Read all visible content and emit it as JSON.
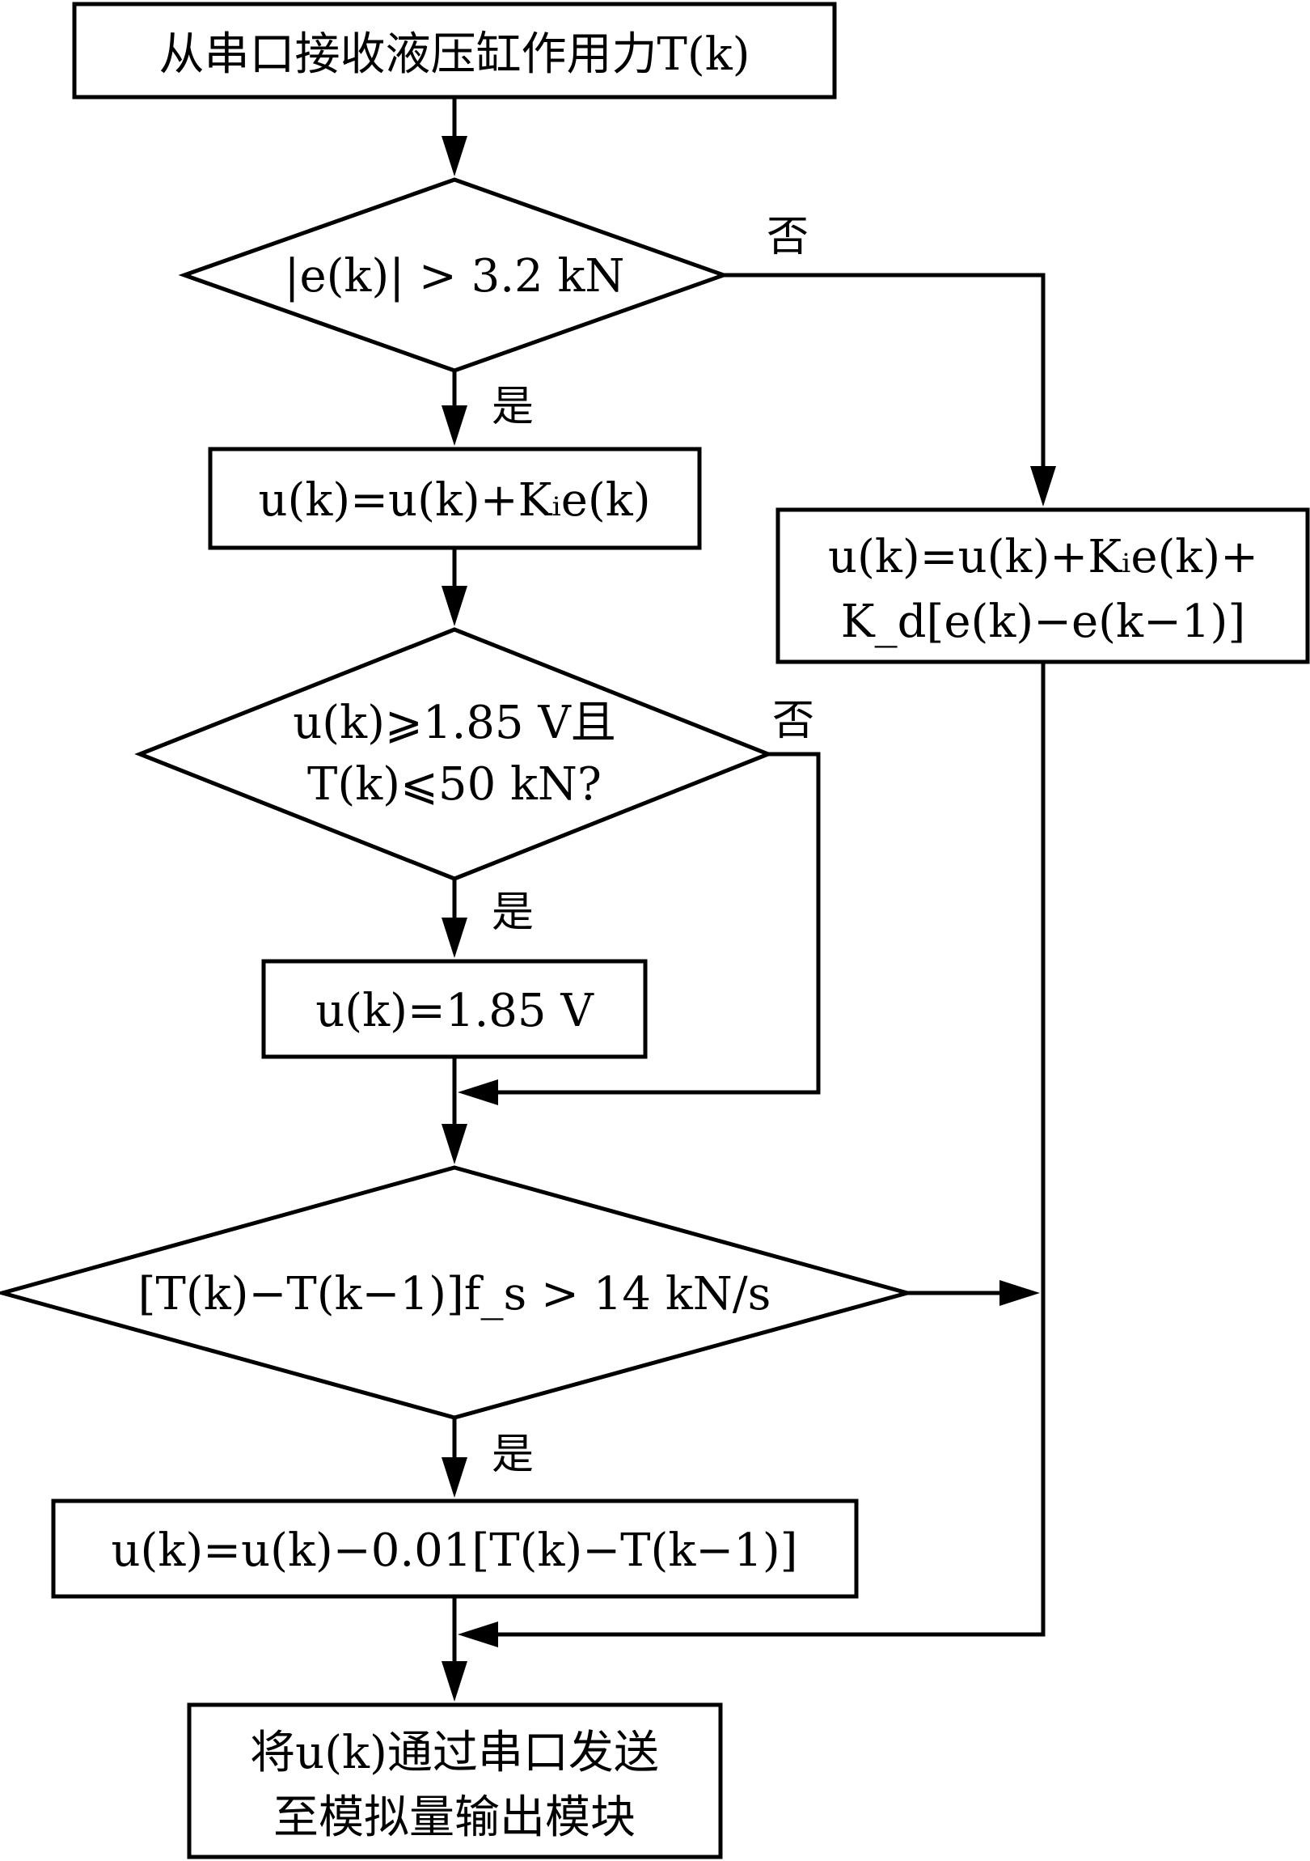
{
  "nodes": {
    "start": {
      "text": "从串口接收液压缸作用力T(k)"
    },
    "cond_error": {
      "text": "|e(k)| > 3.2 kN"
    },
    "update_i": {
      "text": "u(k)=u(k)+Kᵢe(k)"
    },
    "update_pid": {
      "line1": "u(k)=u(k)+Kᵢe(k)+",
      "line2": "K_d[e(k)−e(k−1)]"
    },
    "cond_limit": {
      "line1": "u(k)⩾1.85 V且",
      "line2": "T(k)⩽50 kN?"
    },
    "set_limit": {
      "text": "u(k)=1.85 V"
    },
    "cond_rate": {
      "text": "[T(k)−T(k−1)]f_s > 14 kN/s"
    },
    "update_rate": {
      "text": "u(k)=u(k)−0.01[T(k)−T(k−1)]"
    },
    "end": {
      "line1": "将u(k)通过串口发送",
      "line2": "至模拟量输出模块"
    }
  },
  "edge_labels": {
    "no1": "否",
    "yes1": "是",
    "no2": "否",
    "yes2": "是",
    "yes3": "是"
  }
}
